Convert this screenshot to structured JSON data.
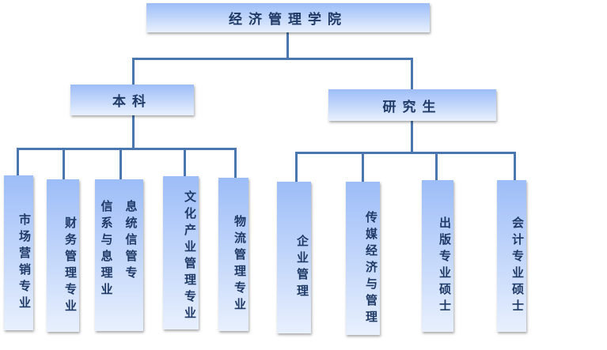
{
  "root": "经济管理学院",
  "branches": [
    {
      "label": "本科",
      "majors": [
        "市场营销专业",
        "财务管理专业",
        {
          "col1": "信系与息理业",
          "col2": "息统信管专"
        },
        "文化产业管理专业",
        "物流管理专业"
      ]
    },
    {
      "label": "研究生",
      "majors": [
        "企业管理",
        "传媒经济与管理",
        "出版专业硕士",
        "会计专业硕士"
      ]
    }
  ]
}
